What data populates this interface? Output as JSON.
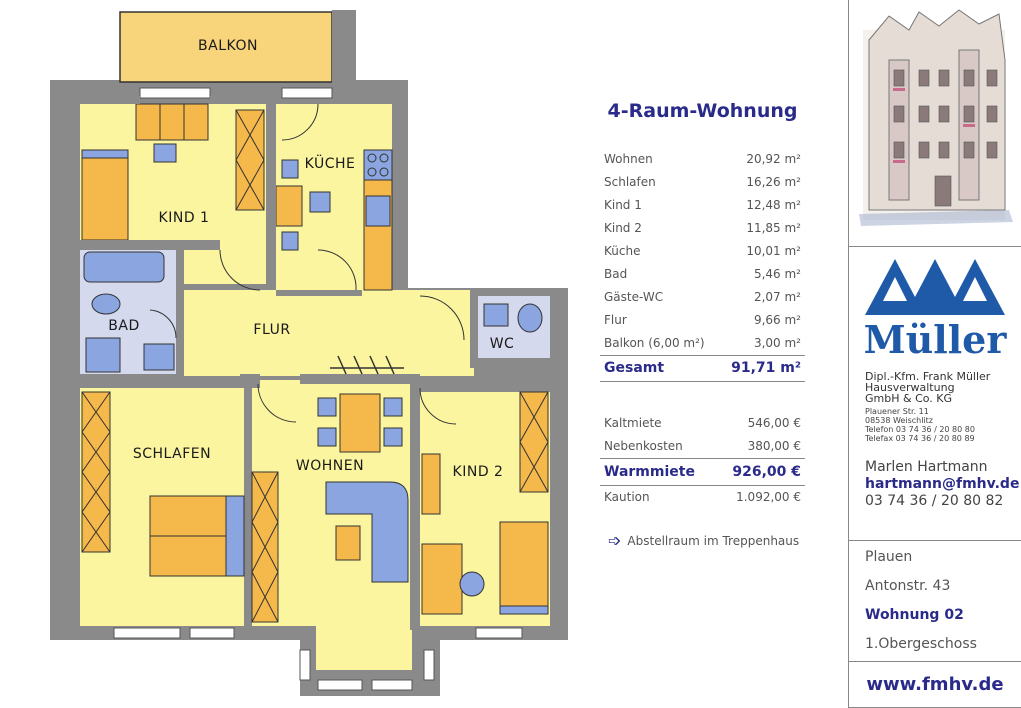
{
  "plan": {
    "rooms": {
      "balkon": "BALKON",
      "kueche": "KÜCHE",
      "kind1": "KIND 1",
      "bad": "BAD",
      "flur": "FLUR",
      "wc": "WC",
      "schlafen": "SCHLAFEN",
      "wohnen": "WOHNEN",
      "kind2": "KIND 2"
    }
  },
  "info": {
    "title": "4-Raum-Wohnung",
    "areas": [
      {
        "label": "Wohnen",
        "value": "20,92 m²"
      },
      {
        "label": "Schlafen",
        "value": "16,26 m²"
      },
      {
        "label": "Kind 1",
        "value": "12,48 m²"
      },
      {
        "label": "Kind 2",
        "value": "11,85 m²"
      },
      {
        "label": "Küche",
        "value": "10,01 m²"
      },
      {
        "label": "Bad",
        "value": "5,46 m²"
      },
      {
        "label": "Gäste-WC",
        "value": "2,07 m²"
      },
      {
        "label": "Flur",
        "value": "9,66 m²"
      },
      {
        "label": "Balkon (6,00 m²)",
        "value": "3,00 m²"
      }
    ],
    "total_label": "Gesamt",
    "total_value": "91,71 m²",
    "kaltmiete_label": "Kaltmiete",
    "kaltmiete_value": "546,00 €",
    "nebenkosten_label": "Nebenkosten",
    "nebenkosten_value": "380,00 €",
    "warmmiete_label": "Warmmiete",
    "warmmiete_value": "926,00 €",
    "kaution_label": "Kaution",
    "kaution_value": "1.092,00 €",
    "note": "Abstellraum im Treppenhaus"
  },
  "company": {
    "logo_text": "Müller",
    "line1": "Dipl.-Kfm. Frank Müller",
    "line2": "Hausverwaltung",
    "line3": "GmbH & Co. KG",
    "street": "Plauener Str. 11",
    "city": "08538 Weischlitz",
    "phone": "Telefon 03 74 36 / 20 80 80",
    "fax": "Telefax 03 74 36 / 20 80 89",
    "contact_name": "Marlen Hartmann",
    "contact_email": "hartmann@fmhv.de",
    "contact_phone": "03 74 36 / 20 80 82"
  },
  "address": {
    "city": "Plauen",
    "street": "Antonstr. 43",
    "flat": "Wohnung 02",
    "floor": "1.Obergeschoss"
  },
  "website": "www.fmhv.de",
  "colors": {
    "accent": "#2a2a8a",
    "room": "#fbf5a0",
    "wall": "#8a8a8a",
    "wet_room": "#d5d9ee",
    "furniture_orange": "#f5b84a",
    "furniture_blue": "#8aa5e0",
    "logo_blue": "#1f5aa8"
  }
}
